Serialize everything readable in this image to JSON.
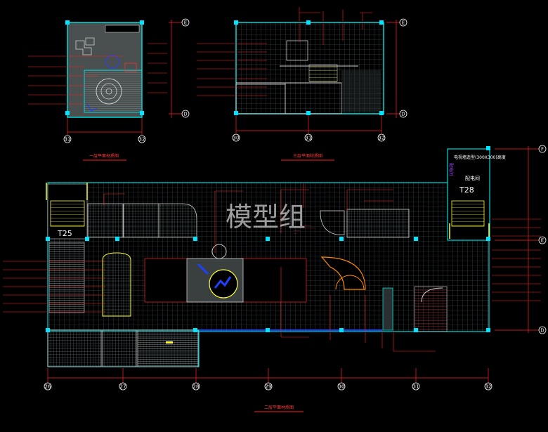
{
  "watermark": "模型组",
  "plans": {
    "first_floor": {
      "title": "一层平面材质图"
    },
    "third_floor": {
      "title": "三层平面材质图"
    },
    "second_floor": {
      "title": "二层平面材质图"
    }
  },
  "axis_labels": {
    "top_left": [
      "31",
      "32"
    ],
    "top_right": [
      "30",
      "31",
      "32"
    ],
    "bottom": [
      "26",
      "27",
      "28",
      "29",
      "30",
      "31",
      "32"
    ],
    "rows_top": [
      "E",
      "D"
    ],
    "rows_main": [
      "F",
      "E",
      "D"
    ]
  },
  "room_tags": {
    "stair_left": "T25",
    "stair_right": "T28",
    "room_right_vertical": "配电间",
    "room_right_caption": "电视墙造型(300X300)高度",
    "room_right_small": "配电间"
  },
  "colors": {
    "background": "#000000",
    "wall": "#00d8d8",
    "leader": "#ff2020",
    "hatch": "#5f6a6a",
    "stair": "#ffff33",
    "door": "#ffffff",
    "accent_blue": "#2040ff"
  }
}
